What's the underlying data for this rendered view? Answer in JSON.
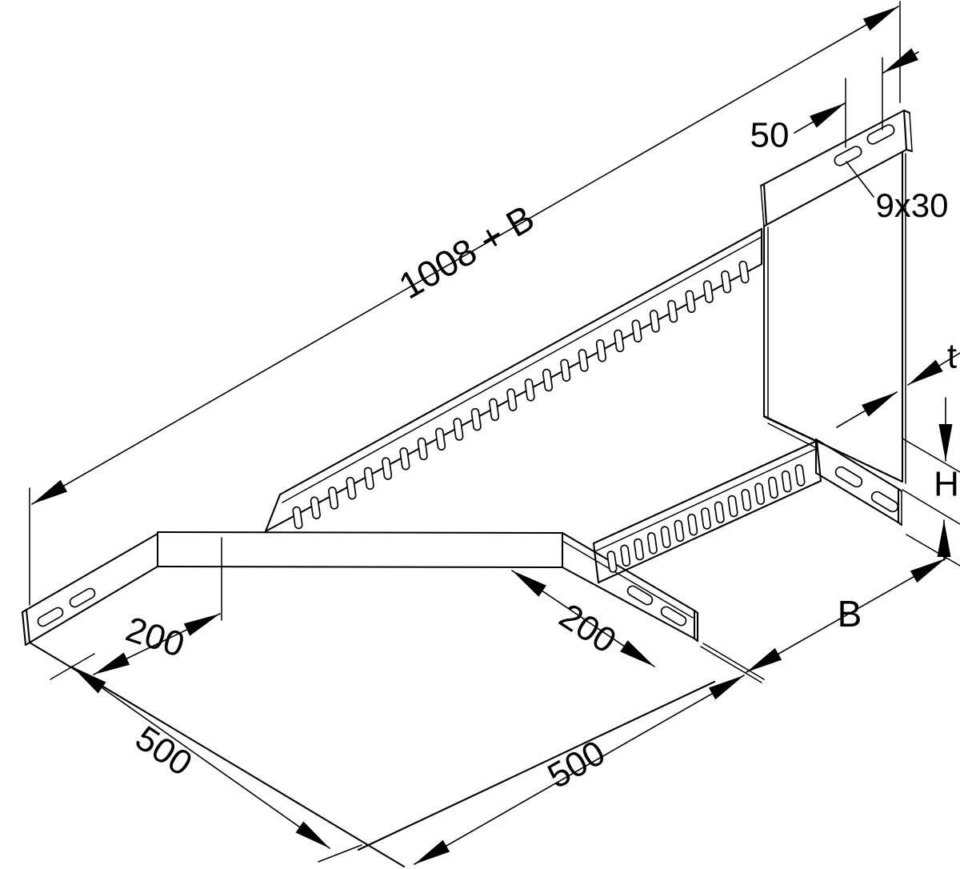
{
  "drawing": {
    "type": "technical-line-drawing",
    "subject": "cable-tray add-on tee piece, isometric view",
    "background_color": "#ffffff",
    "line_color": "#000000",
    "dimensions": {
      "overall_length": "1008 + B",
      "flange_slot_spacing": "50",
      "flange_slot_size": "9x30",
      "material_thickness": "t",
      "side_rail_height": "H",
      "branch_width": "B",
      "corner_straight_left": "200",
      "corner_straight_right": "200",
      "angled_side_left": "500",
      "angled_side_right": "500"
    }
  }
}
